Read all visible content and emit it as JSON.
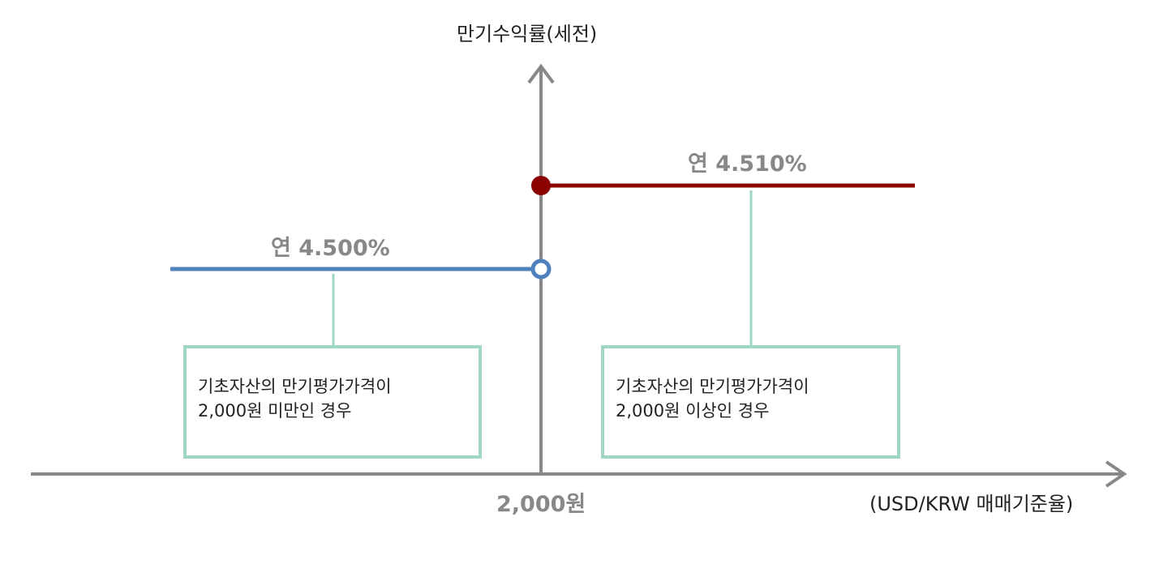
{
  "axes": {
    "y_title": "만기수익률(세전)",
    "x_title": "(USD/KRW 매매기준율)",
    "threshold_label": "2,000원"
  },
  "segments": {
    "high": {
      "label": "연 4.510%",
      "color": "#8b0000",
      "marker": "filled-circle"
    },
    "low": {
      "label": "연 4.500%",
      "color": "#4f81bd",
      "marker": "open-circle"
    }
  },
  "boxes": {
    "low": {
      "line1": "기초자산의 만기평가가격이",
      "line2": "2,000원 미만인 경우"
    },
    "high": {
      "line1": "기초자산의 만기평가가격이",
      "line2": "2,000원 이상인 경우"
    }
  },
  "colors": {
    "axis": "#888888",
    "callout": "#9fd6c5"
  },
  "chart_data": {
    "type": "line",
    "title": "",
    "xlabel": "(USD/KRW 매매기준율)",
    "ylabel": "만기수익률(세전)",
    "threshold": "2,000원",
    "series": [
      {
        "name": "2,000원 미만인 경우",
        "x": [
          "<2,000"
        ],
        "values": [
          4.5
        ],
        "label": "연 4.500%"
      },
      {
        "name": "2,000원 이상인 경우",
        "x": [
          ">=2,000"
        ],
        "values": [
          4.51
        ],
        "label": "연 4.510%"
      }
    ],
    "grid": false
  }
}
